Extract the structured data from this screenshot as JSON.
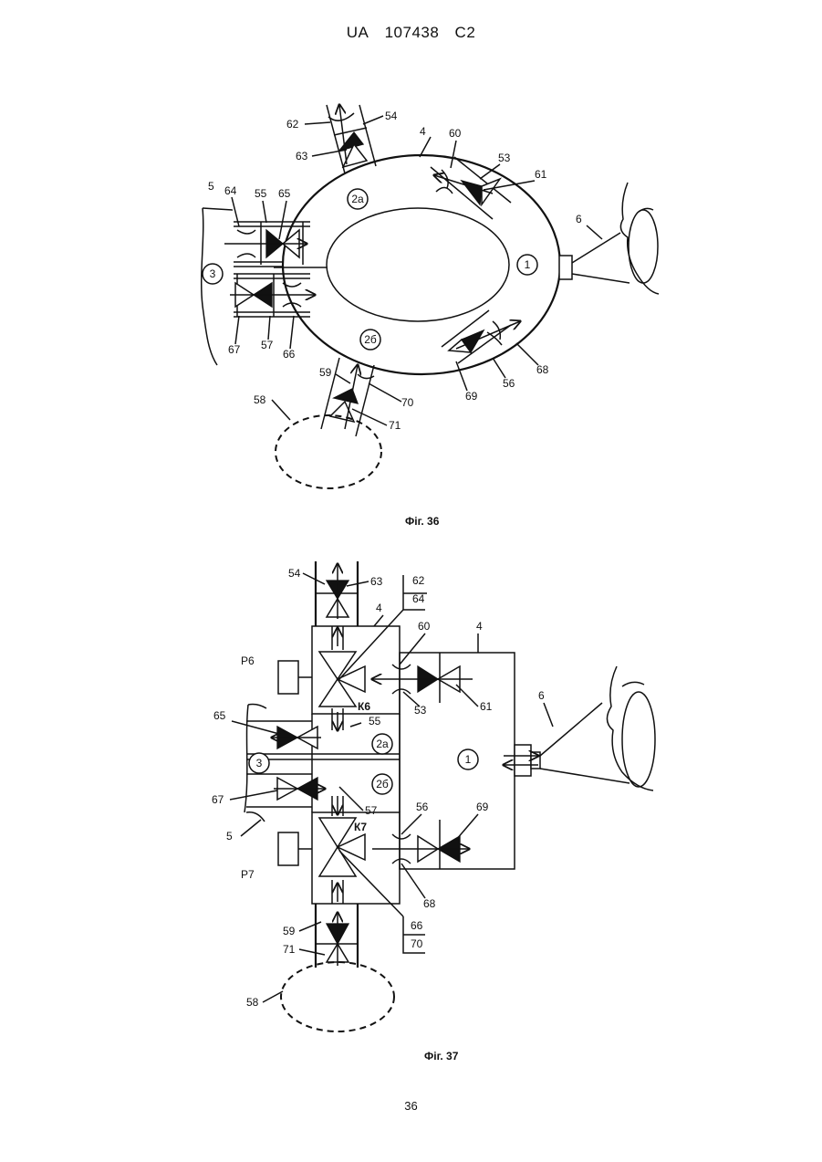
{
  "header": {
    "office": "UA",
    "number": "107438",
    "kind": "C2"
  },
  "fig36": {
    "caption": "Фіг. 36",
    "zones": [
      "2а",
      "1",
      "2б",
      "3"
    ],
    "labels": [
      "62",
      "54",
      "4",
      "60",
      "53",
      "61",
      "63",
      "5",
      "64",
      "55",
      "65",
      "6",
      "67",
      "57",
      "66",
      "59",
      "70",
      "71",
      "58",
      "69",
      "56",
      "68"
    ]
  },
  "fig37": {
    "caption": "Фіг. 37",
    "zones": [
      "2а",
      "1",
      "2б",
      "3"
    ],
    "valve_labels": [
      "К6",
      "К7"
    ],
    "sensor_labels": [
      "P6",
      "P7"
    ],
    "labels": [
      "54",
      "63",
      "62",
      "64",
      "4",
      "60",
      "4",
      "61",
      "53",
      "65",
      "55",
      "6",
      "67",
      "57",
      "56",
      "69",
      "5",
      "68",
      "59",
      "66",
      "70",
      "71",
      "58"
    ]
  },
  "footer": {
    "page": "36"
  }
}
